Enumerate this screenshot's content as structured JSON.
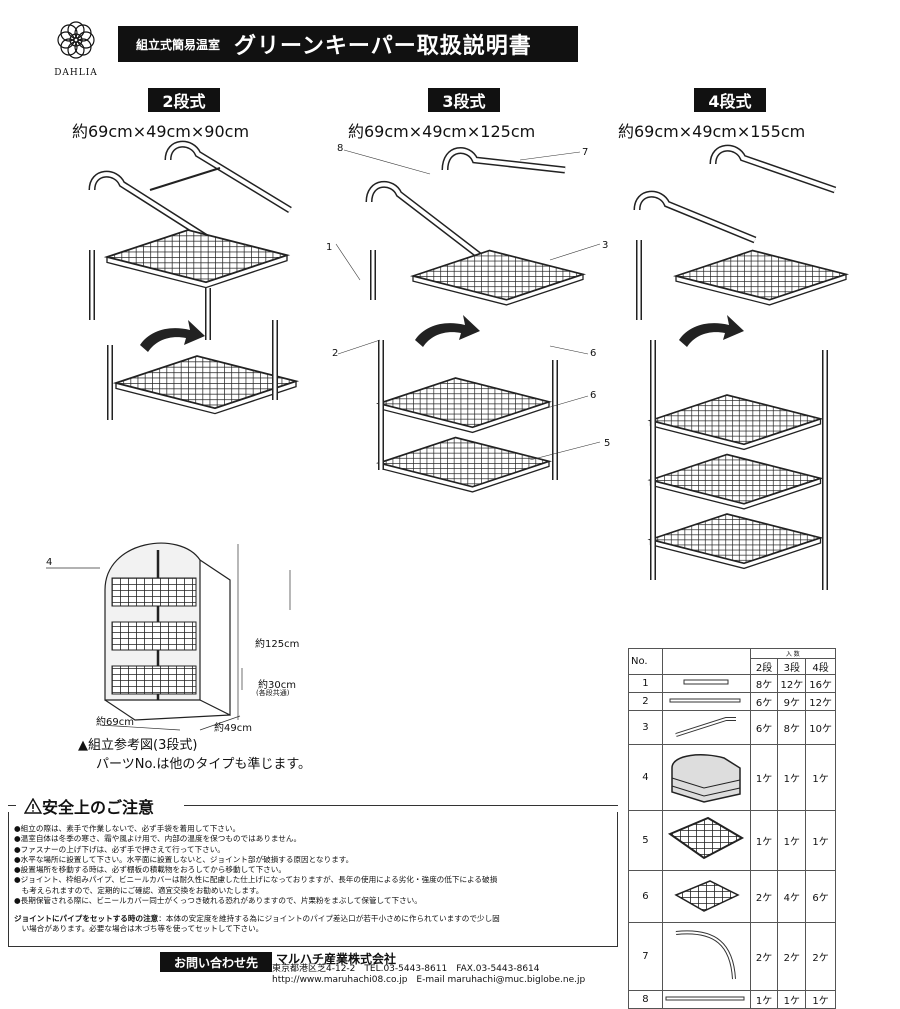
{
  "brand": {
    "name": "DAHLIA",
    "logo_icon": "dahlia-flower-icon"
  },
  "title": {
    "prefix": "組立式簡易温室",
    "main": "グリーンキーパー取扱説明書"
  },
  "models": [
    {
      "label": "2段式",
      "dims": "約69cm×49cm×90cm"
    },
    {
      "label": "3段式",
      "dims": "約69cm×49cm×125cm"
    },
    {
      "label": "4段式",
      "dims": "約69cm×49cm×155cm"
    }
  ],
  "callouts": [
    "1",
    "2",
    "3",
    "4",
    "5",
    "6",
    "6",
    "7",
    "8"
  ],
  "assembled": {
    "height": "約125cm",
    "shelf_gap": "約30cm",
    "shelf_gap_note": "(各段共通)",
    "width": "約69cm",
    "depth": "約49cm",
    "caption1": "▲組立参考図(3段式)",
    "caption2": "パーツNo.は他のタイプも準じます。"
  },
  "safety": {
    "title": "安全上のご注意",
    "warning_icon": "warning-triangle-icon",
    "lines": [
      "●組立の際は、素手で作業しないで、必ず手袋を着用して下さい。",
      "●温室自体は冬季の寒さ、霜や風よけ用で、内部の温度を保つものではありません。",
      "●ファスナーの上げ下げは、必ず手で押さえて行って下さい。",
      "●水平な場所に設置して下さい。水平面に設置しないと、ジョイント部が破損する原因となります。",
      "●設置場所を移動する時は、必ず棚板の積載物をおろしてから移動して下さい。",
      "●ジョイント、枠組みパイプ、ビニールカバーは耐久性に配慮した仕上げになっておりますが、長年の使用による劣化・強度の低下による破損",
      "　も考えられますので、定期的にご確認、適宜交換をお勧めいたします。",
      "●長期保管される際に、ビニールカバー同士がくっつき破れる恐れがありますので、片栗粉をまぶして保管して下さい。"
    ],
    "joint_label": "ジョイントにパイプをセットする時の注意",
    "joint_text": "：本体の安定度を維持する為にジョイントのパイプ差込口が若干小さめに作られていますので少し固",
    "joint_text2": "　い場合があります。必要な場合は木づち等を使ってセットして下さい。"
  },
  "contact": {
    "label": "お問い合わせ先",
    "company": "マルハチ産業株式会社",
    "address": "東京都港区芝4-12-2　TEL.03-5443-8611　FAX.03-5443-8614",
    "web": "http://www.maruhachi08.co.jp　E-mail maruhachi@muc.biglobe.ne.jp"
  },
  "parts_table": {
    "header_no": "No.",
    "header_qty": "入 数",
    "tiers": [
      "2段",
      "3段",
      "4段"
    ],
    "rows": [
      {
        "no": "1",
        "q": [
          "8ケ",
          "12ケ",
          "16ケ"
        ]
      },
      {
        "no": "2",
        "q": [
          "6ケ",
          "9ケ",
          "12ケ"
        ]
      },
      {
        "no": "3",
        "q": [
          "6ケ",
          "8ケ",
          "10ケ"
        ]
      },
      {
        "no": "4",
        "q": [
          "1ケ",
          "1ケ",
          "1ケ"
        ]
      },
      {
        "no": "5",
        "q": [
          "1ケ",
          "1ケ",
          "1ケ"
        ]
      },
      {
        "no": "6",
        "q": [
          "2ケ",
          "4ケ",
          "6ケ"
        ]
      },
      {
        "no": "7",
        "q": [
          "2ケ",
          "2ケ",
          "2ケ"
        ]
      },
      {
        "no": "8",
        "q": [
          "1ケ",
          "1ケ",
          "1ケ"
        ]
      }
    ]
  }
}
